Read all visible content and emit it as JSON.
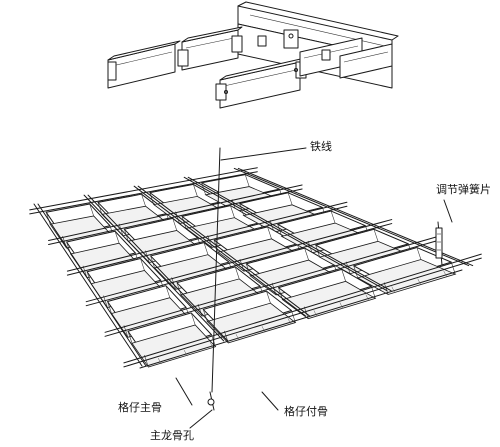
{
  "labels": {
    "iron_wire": "铁线",
    "adjust_spring": "调节弹簧片",
    "main_keel": "格仔主骨",
    "secondary_keel": "格仔付骨",
    "main_keel_hole": "主龙骨孔"
  },
  "colors": {
    "stroke": "#1a1a1a",
    "background": "#ffffff"
  }
}
